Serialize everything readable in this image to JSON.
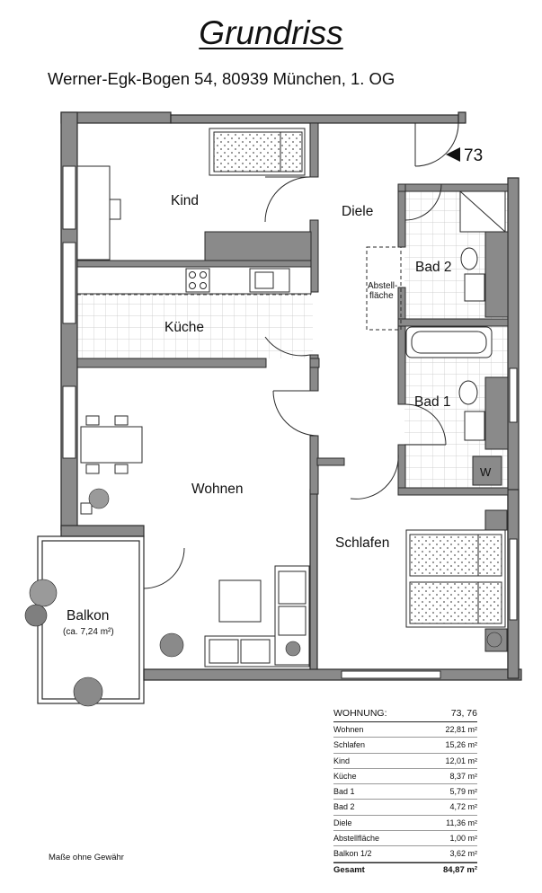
{
  "header": {
    "title": "Grundriss",
    "address": "Werner-Egk-Bogen 54, 80939 München, 1. OG"
  },
  "plan": {
    "entrance_number": "73",
    "rooms": {
      "kind": "Kind",
      "diele": "Diele",
      "bad2": "Bad 2",
      "abstell_line1": "Abstell-",
      "abstell_line2": "fläche",
      "kueche": "Küche",
      "bad1": "Bad 1",
      "w_box": "W",
      "wohnen": "Wohnen",
      "schlafen": "Schlafen",
      "balkon": "Balkon",
      "balkon_note": "(ca. 7,24 m²)"
    }
  },
  "area_table": {
    "header_label": "WOHNUNG:",
    "header_value": "73, 76",
    "rows": [
      {
        "label": "Wohnen",
        "value": "22,81 m²"
      },
      {
        "label": "Schlafen",
        "value": "15,26 m²"
      },
      {
        "label": "Kind",
        "value": "12,01 m²"
      },
      {
        "label": "Küche",
        "value": "8,37 m²"
      },
      {
        "label": "Bad 1",
        "value": "5,79 m²"
      },
      {
        "label": "Bad 2",
        "value": "4,72 m²"
      },
      {
        "label": "Diele",
        "value": "11,36 m²"
      },
      {
        "label": "Abstellfläche",
        "value": "1,00 m²"
      },
      {
        "label": "Balkon 1/2",
        "value": "3,62 m²"
      }
    ],
    "total_label": "Gesamt",
    "total_value": "84,87 m²"
  },
  "footer": {
    "note": "Maße ohne Gewähr"
  },
  "colors": {
    "wall": "#2a2a2a",
    "wall_fill": "#8a8a8a",
    "grid": "#bdbdbd",
    "plant": "#555555"
  }
}
